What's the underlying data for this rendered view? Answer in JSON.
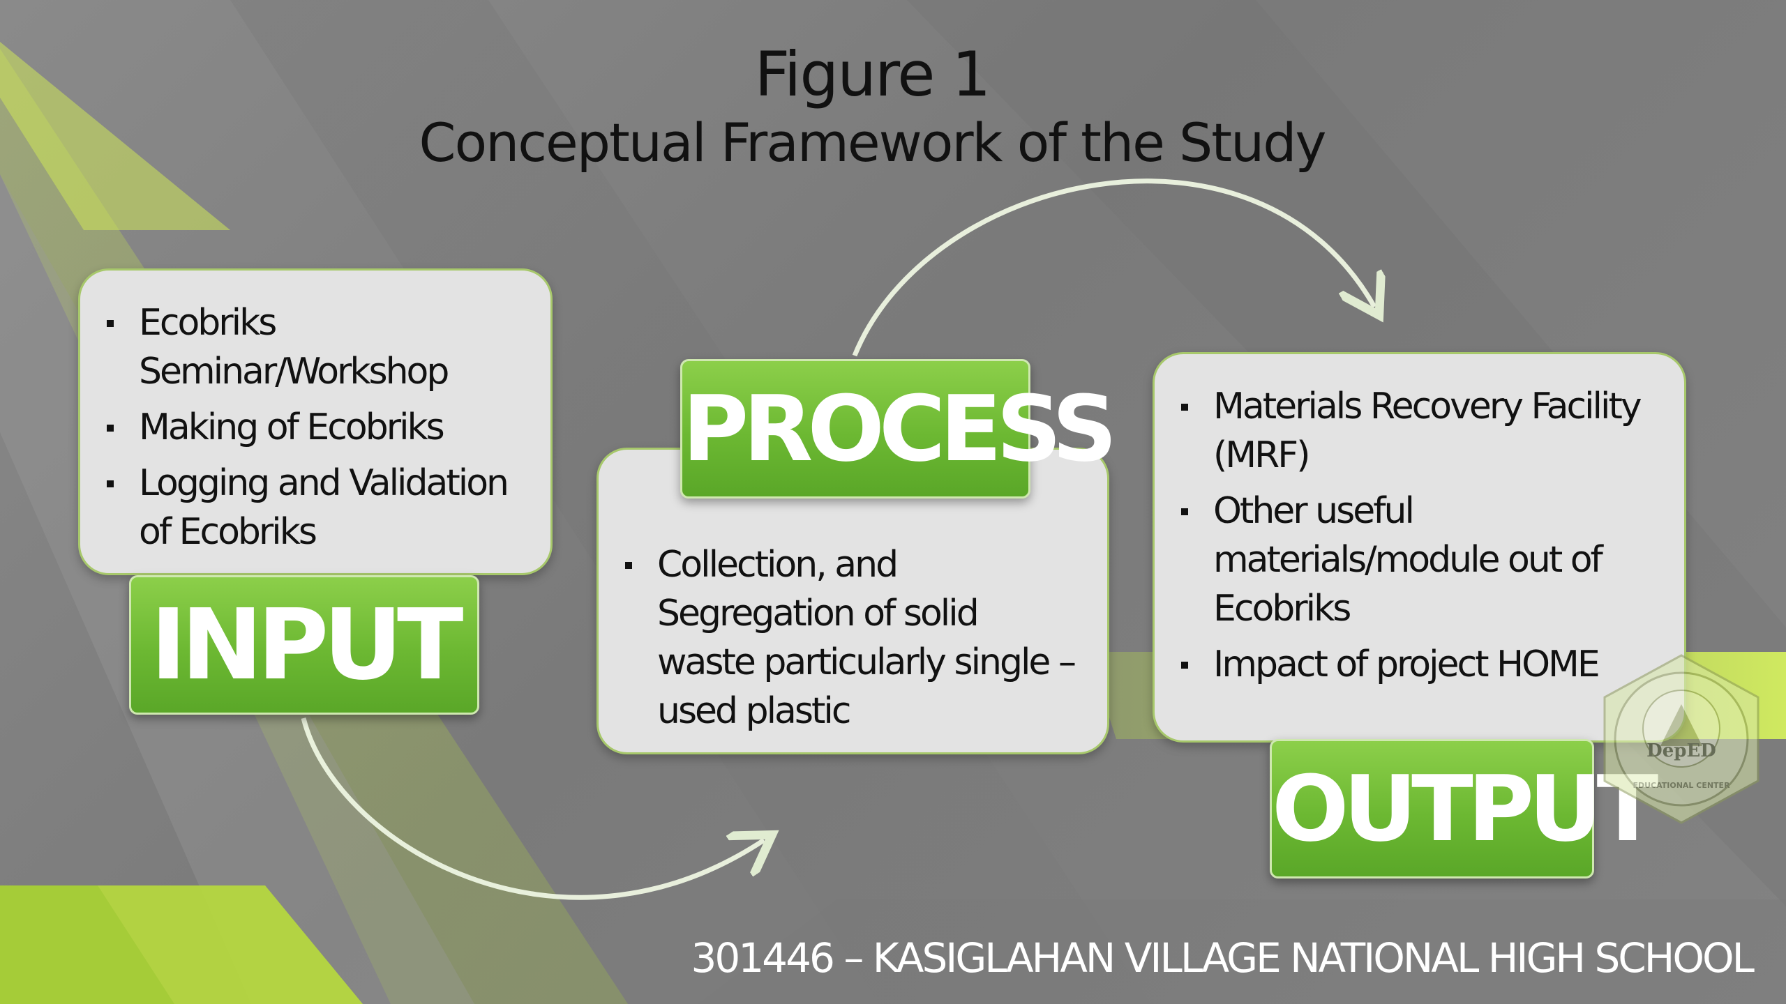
{
  "title": {
    "line1": "Figure 1",
    "line2": "Conceptual Framework of the Study"
  },
  "input": {
    "label": "INPUT",
    "items": [
      "Ecobriks Seminar/Workshop",
      "Making of Ecobriks",
      "Logging and Validation of Ecobriks"
    ]
  },
  "process": {
    "label": "PROCESS",
    "items": [
      "Collection, and Segregation of solid waste particularly single – used plastic"
    ]
  },
  "output": {
    "label": "OUTPUT",
    "items": [
      "Materials Recovery Facility (MRF)",
      "Other useful materials/module out of Ecobriks",
      "Impact of project HOME"
    ]
  },
  "footer": "301446 – KASIGLAHAN VILLAGE NATIONAL HIGH SCHOOL",
  "seal": {
    "text": "DepED",
    "subtext": "EDUCATIONAL CENTER"
  },
  "colors": {
    "label_green": "#6cb832",
    "accent_lime": "#c8e64a",
    "box_fill": "#e3e3e3"
  }
}
